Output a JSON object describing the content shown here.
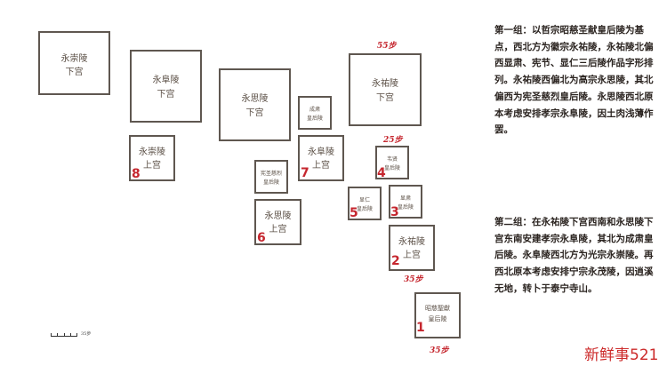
{
  "boxes": [
    {
      "line1": "永崇陵",
      "line2": "下宫"
    },
    {
      "line1": "永阜陵",
      "line2": "下宫"
    },
    {
      "line1": "永思陵",
      "line2": "下宫"
    },
    {
      "line1": "成肃",
      "line2": "皇后陵"
    },
    {
      "line1": "永祐陵",
      "line2": "下宫"
    },
    {
      "line1": "永崇陵",
      "line2": "上宫"
    },
    {
      "line1": "宪圣慈烈",
      "line2": "皇后陵"
    },
    {
      "line1": "永阜陵",
      "line2": "上宫"
    },
    {
      "line1": "韦贤",
      "line2": "皇后陵"
    },
    {
      "line1": "显仁",
      "line2": "皇后陵"
    },
    {
      "line1": "显肃",
      "line2": "皇后陵"
    },
    {
      "line1": "永思陵",
      "line2": "上宫"
    },
    {
      "line1": "永祐陵",
      "line2": "上宫"
    },
    {
      "line1": "昭慈聖獻",
      "line2": "皇后陵"
    }
  ],
  "numbers": [
    "8",
    "7",
    "6",
    "5",
    "4",
    "3",
    "2",
    "1"
  ],
  "distances": [
    "55步",
    "25步",
    "35步",
    "35步"
  ],
  "scale_label": "35步",
  "text": {
    "group1": "第一组：以哲宗昭慈圣献皇后陵为基点，西北方为徽宗永祐陵，永祐陵北偏西显肃、宪节、显仁三后陵作品字形排列。永祐陵西偏北为高宗永思陵，其北偏西为宪圣慈烈皇后陵。永思陵西北原本考虑安排孝宗永阜陵，因土肉浅薄作罢。",
    "group2": "第二组：在永祐陵下宫西南和永思陵下宫东南安建孝宗永阜陵，其北为成肃皇后陵。永阜陵西北方为光宗永崇陵。再西北原本考虑安排宁宗永茂陵，因逍溪无地，转卜于泰宁寺山。"
  },
  "footer": "新鲜事521"
}
